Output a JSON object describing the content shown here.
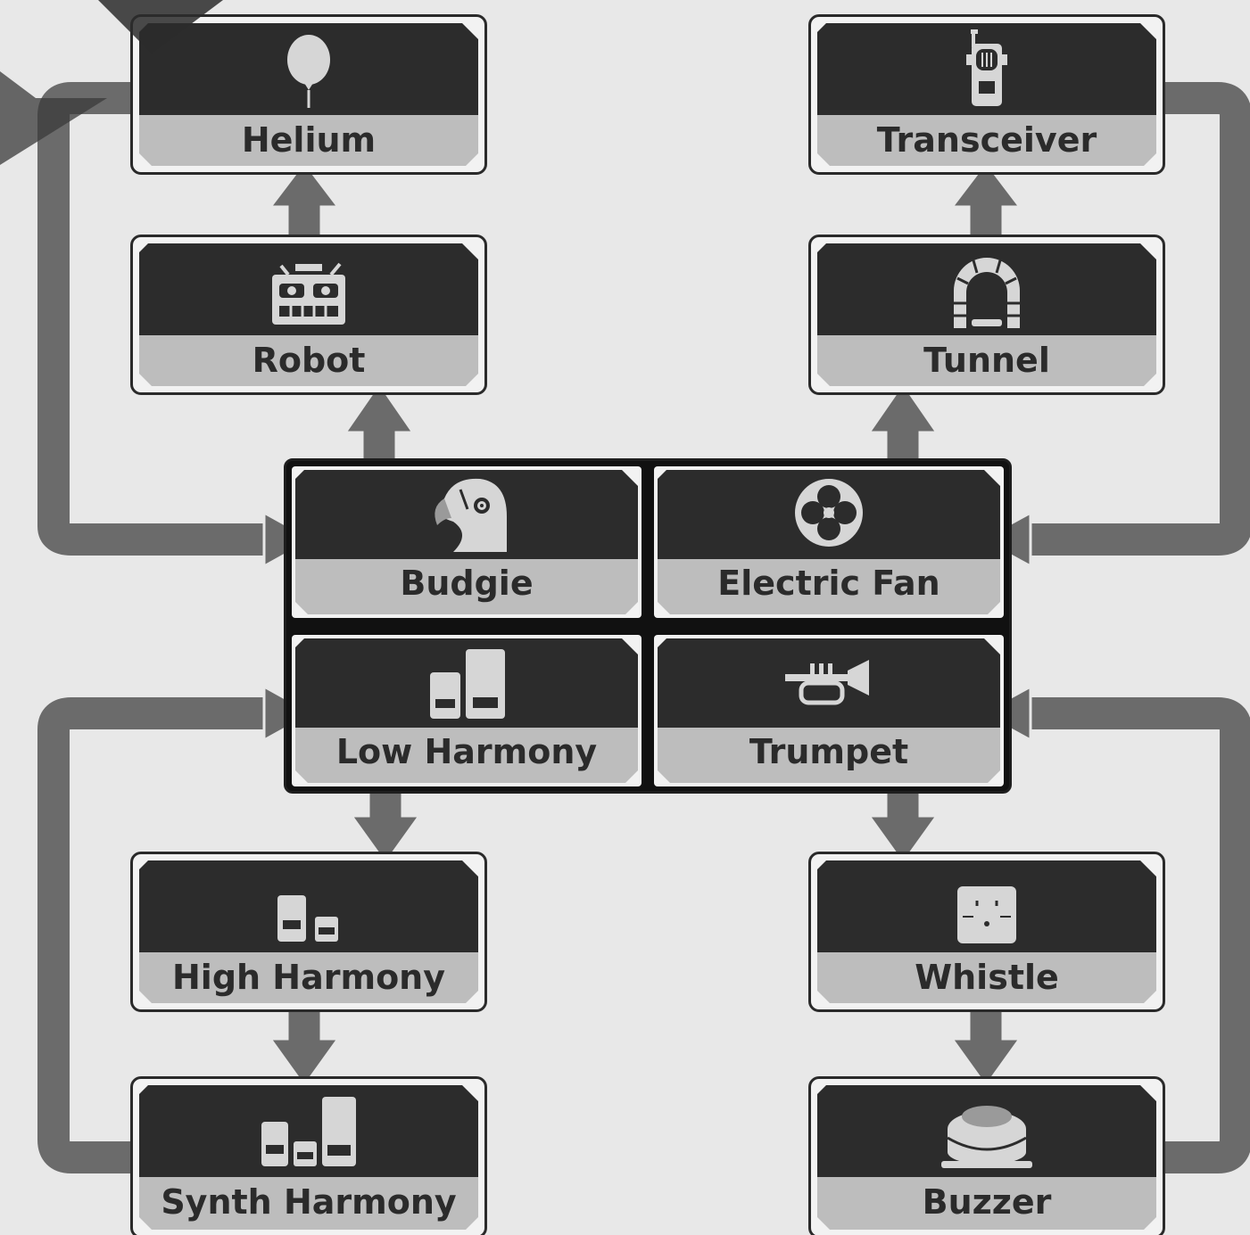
{
  "diagram": {
    "nodes": {
      "helium": {
        "label": "Helium",
        "icon": "balloon-icon"
      },
      "robot": {
        "label": "Robot",
        "icon": "robot-icon"
      },
      "transceiver": {
        "label": "Transceiver",
        "icon": "walkie-talkie-icon"
      },
      "tunnel": {
        "label": "Tunnel",
        "icon": "tunnel-icon"
      },
      "budgie": {
        "label": "Budgie",
        "icon": "bird-icon"
      },
      "electric_fan": {
        "label": "Electric Fan",
        "icon": "fan-icon"
      },
      "low_harmony": {
        "label": "Low Harmony",
        "icon": "low-harmony-icon"
      },
      "trumpet": {
        "label": "Trumpet",
        "icon": "trumpet-icon"
      },
      "high_harmony": {
        "label": "High Harmony",
        "icon": "high-harmony-icon"
      },
      "whistle": {
        "label": "Whistle",
        "icon": "whistle-face-icon"
      },
      "synth_harmony": {
        "label": "Synth Harmony",
        "icon": "synth-harmony-icon"
      },
      "buzzer": {
        "label": "Buzzer",
        "icon": "buzzer-icon"
      }
    },
    "edges": [
      {
        "from": "budgie",
        "to": "robot"
      },
      {
        "from": "robot",
        "to": "helium"
      },
      {
        "from": "helium",
        "to": "budgie"
      },
      {
        "from": "electric_fan",
        "to": "tunnel"
      },
      {
        "from": "tunnel",
        "to": "transceiver"
      },
      {
        "from": "transceiver",
        "to": "electric_fan"
      },
      {
        "from": "low_harmony",
        "to": "high_harmony"
      },
      {
        "from": "high_harmony",
        "to": "synth_harmony"
      },
      {
        "from": "synth_harmony",
        "to": "low_harmony"
      },
      {
        "from": "trumpet",
        "to": "whistle"
      },
      {
        "from": "whistle",
        "to": "buzzer"
      },
      {
        "from": "buzzer",
        "to": "trumpet"
      }
    ],
    "colors": {
      "background": "#e8e8e8",
      "card_top": "#2c2c2c",
      "card_label_band": "#bdbdbd",
      "arrow": "#6b6b6b",
      "icon": "#d6d6d6"
    }
  }
}
